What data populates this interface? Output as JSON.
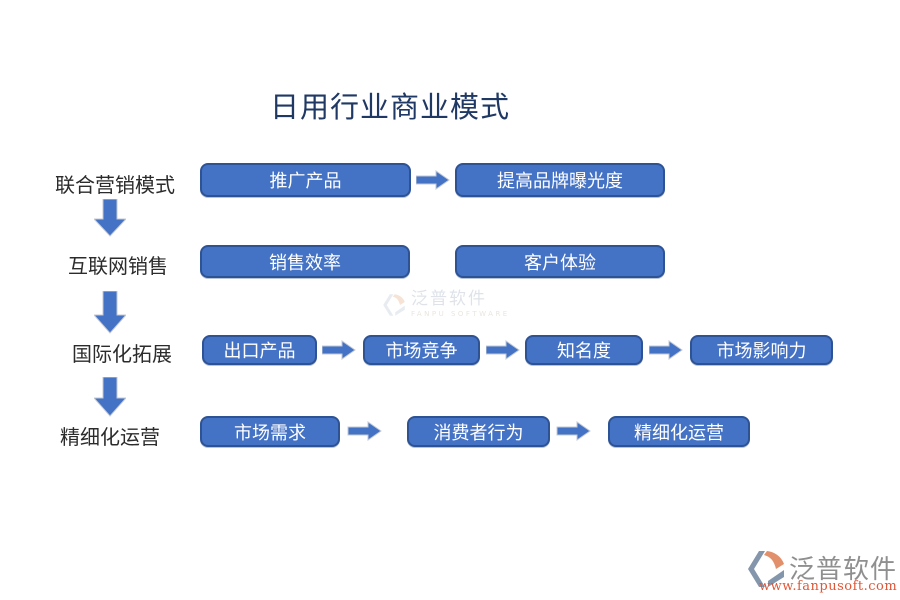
{
  "title": "日用行业商业模式",
  "colors": {
    "accent": "#4472c4",
    "box_border": "#2e5395",
    "arrow_outline": "#c3c9d4",
    "title_text": "#1f3864",
    "label_text": "#2b2b2b",
    "box_text": "#ffffff",
    "logo_gray": "#8496ab",
    "logo_orange": "#e2906b",
    "footer_text": "#8f8f8f",
    "url_text": "#e05636",
    "watermark_gray": "#d7dde6",
    "watermark_orange": "#f2cdb5",
    "watermark_text": "#c6cdd8",
    "watermark_sub": "#d9d0c4"
  },
  "rows": [
    {
      "label": "联合营销模式",
      "boxes": [
        "推广产品",
        "提高品牌曝光度"
      ]
    },
    {
      "label": "互联网销售",
      "boxes": [
        "销售效率",
        "客户体验"
      ]
    },
    {
      "label": "国际化拓展",
      "boxes": [
        "出口产品",
        "市场竞争",
        "知名度",
        "市场影响力"
      ]
    },
    {
      "label": "精细化运营",
      "boxes": [
        "市场需求",
        "消费者行为",
        "精细化运营"
      ]
    }
  ],
  "icons": {
    "flow_arrow_right": "right-block-arrow",
    "flow_arrow_down": "down-block-arrow",
    "brand_logo": "fanpu-software-logo"
  },
  "watermark": {
    "name": "泛普软件",
    "subtitle": "FANPU SOFTWARE"
  },
  "footer": {
    "name": "泛普软件",
    "url": "www.fanpusoft.com"
  }
}
